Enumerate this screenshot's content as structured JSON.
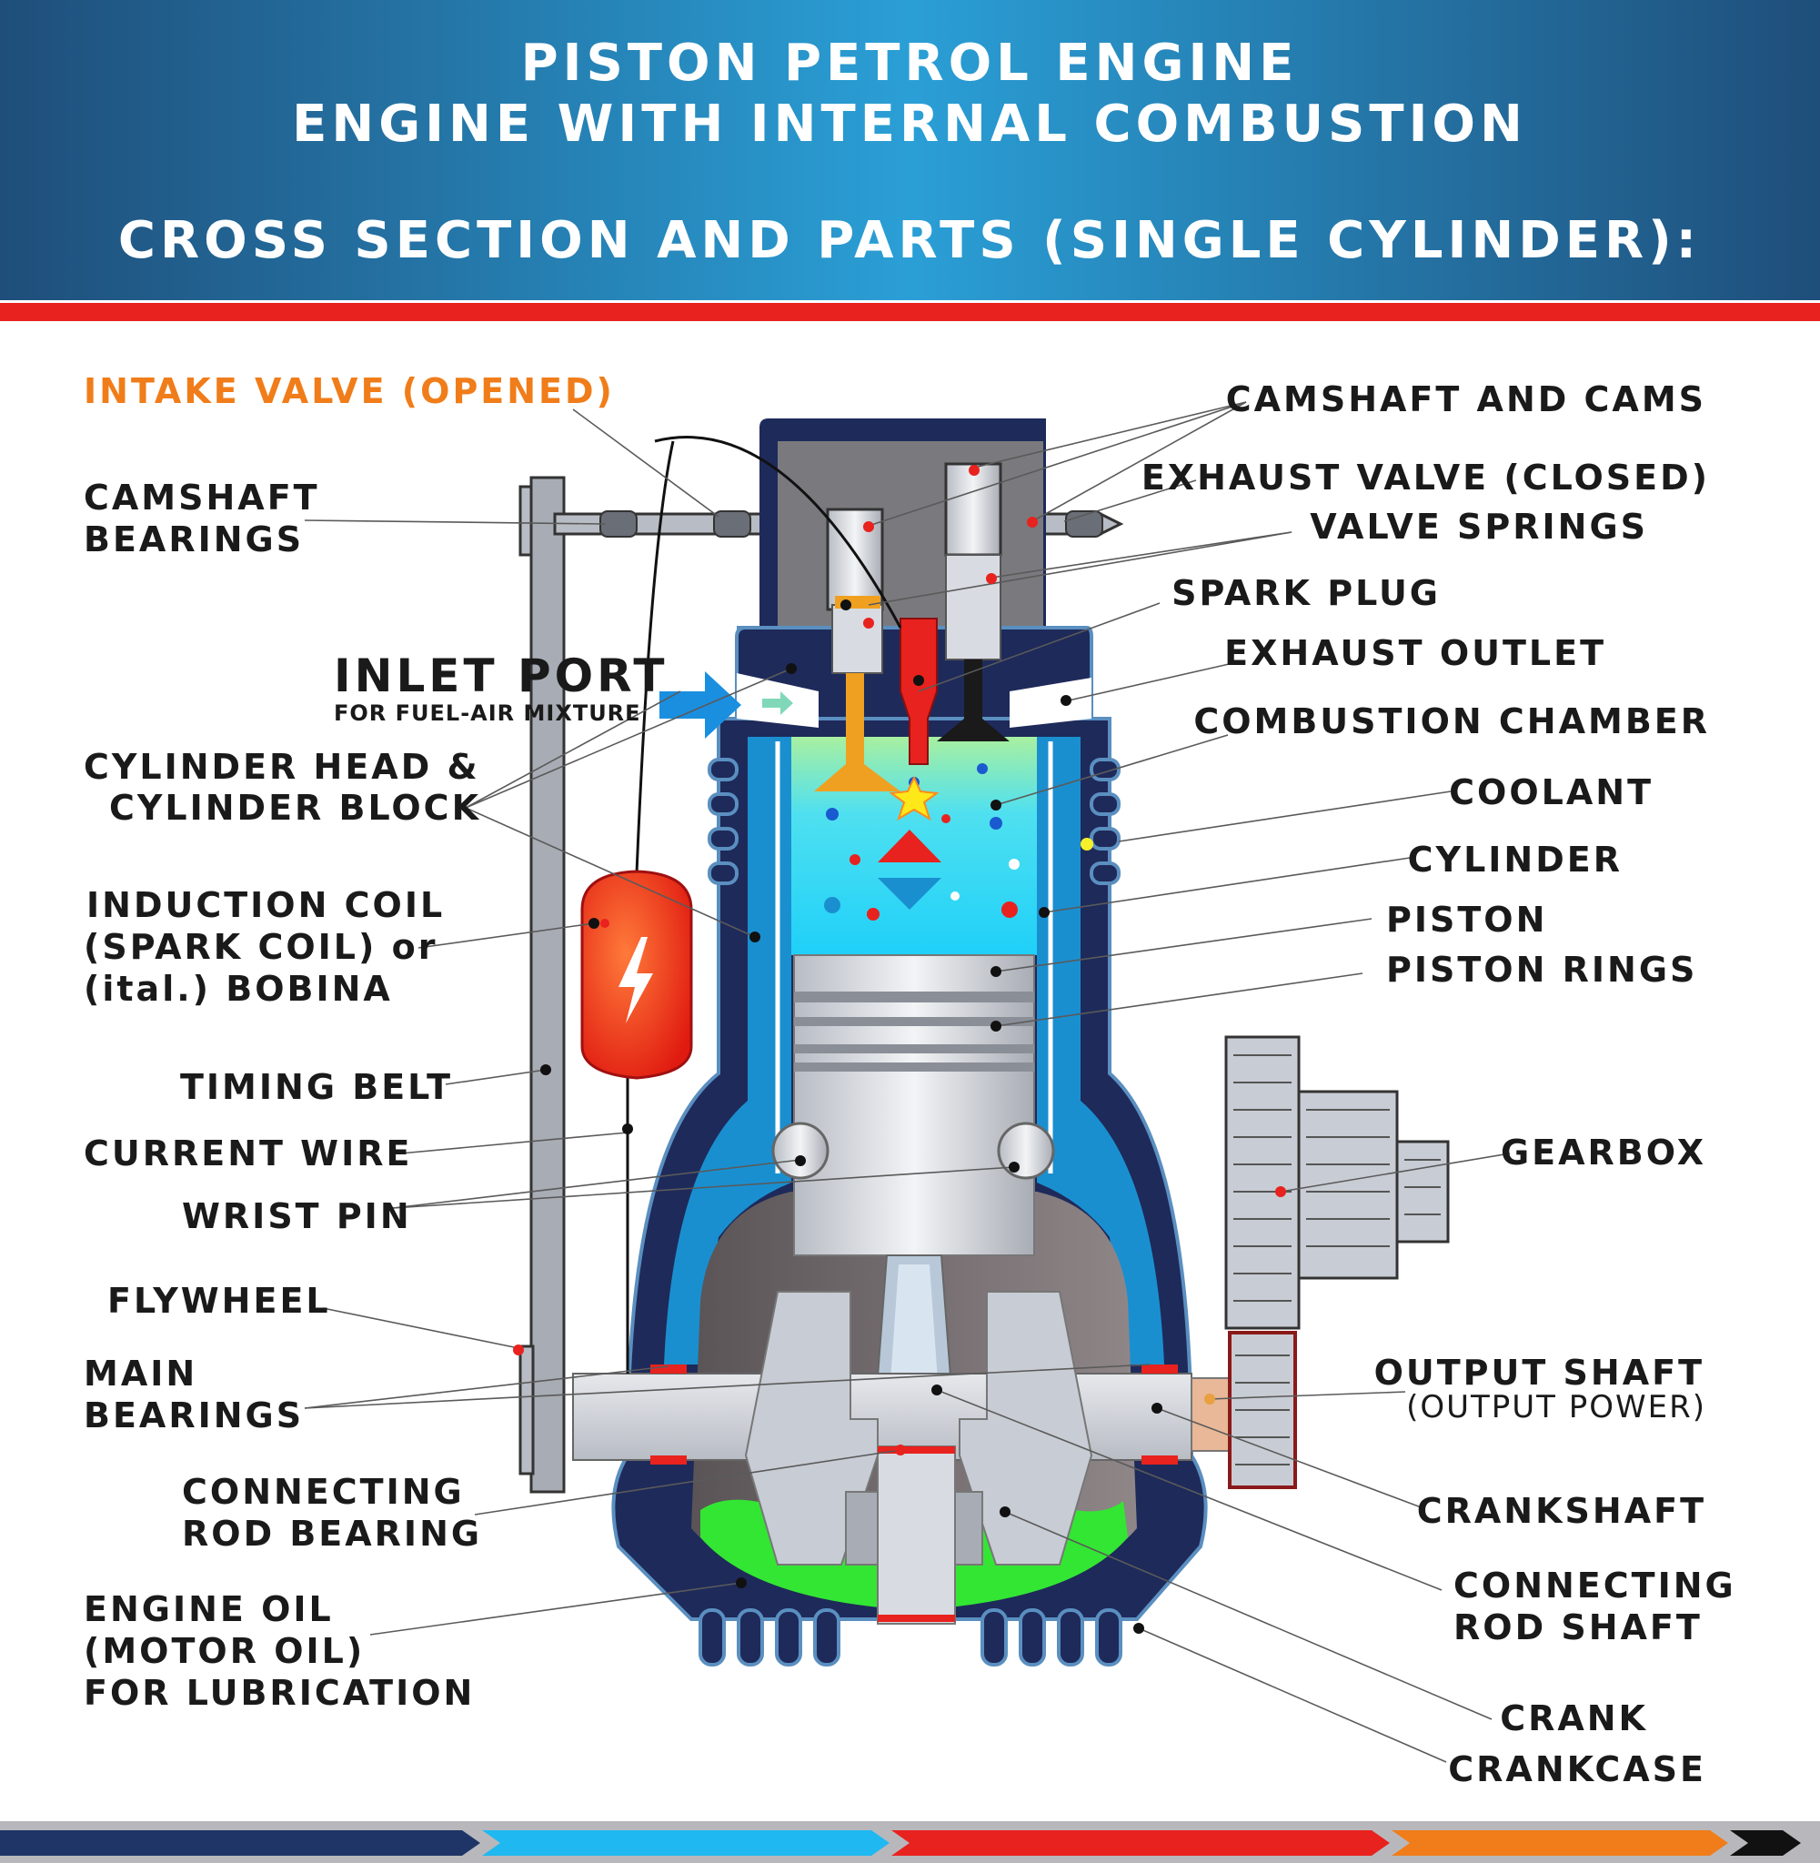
{
  "header": {
    "title_line1": "PISTON PETROL ENGINE",
    "title_line2": "ENGINE WITH INTERNAL COMBUSTION",
    "title_line3": "CROSS SECTION AND PARTS (SINGLE CYLINDER):"
  },
  "labels_left": {
    "intake_valve": "INTAKE VALVE (OPENED)",
    "camshaft_bearings_1": "CAMSHAFT",
    "camshaft_bearings_2": "BEARINGS",
    "inlet_port": "INLET PORT",
    "inlet_port_sub": "FOR FUEL-AIR MIXTURE",
    "cylinder_head_1": "CYLINDER HEAD &",
    "cylinder_head_2": "CYLINDER BLOCK",
    "induction_coil_1": "INDUCTION COIL",
    "induction_coil_2": "(SPARK COIL) or",
    "induction_coil_3": "(ital.) BOBINA",
    "timing_belt": "TIMING BELT",
    "current_wire": "CURRENT WIRE",
    "wrist_pin": "WRIST PIN",
    "flywheel": "FLYWHEEL",
    "main_bearings_1": "MAIN",
    "main_bearings_2": "BEARINGS",
    "conrod_bearing_1": "CONNECTING",
    "conrod_bearing_2": "ROD BEARING",
    "engine_oil_1": "ENGINE OIL",
    "engine_oil_2": "(MOTOR OIL)",
    "engine_oil_3": "FOR LUBRICATION"
  },
  "labels_right": {
    "camshaft_cams": "CAMSHAFT AND CAMS",
    "exhaust_valve": "EXHAUST VALVE (CLOSED)",
    "valve_springs": "VALVE SPRINGS",
    "spark_plug": "SPARK PLUG",
    "exhaust_outlet": "EXHAUST OUTLET",
    "combustion_chamber": "COMBUSTION CHAMBER",
    "coolant": "COOLANT",
    "cylinder": "CYLINDER",
    "piston": "PISTON",
    "piston_rings": "PISTON RINGS",
    "gearbox": "GEARBOX",
    "output_shaft_1": "OUTPUT SHAFT",
    "output_shaft_2": "(OUTPUT POWER)",
    "crankshaft": "CRANKSHAFT",
    "conrod_shaft_1": "CONNECTING",
    "conrod_shaft_2": "ROD SHAFT",
    "crank": "CRANK",
    "crankcase": "CRANKCASE"
  },
  "colors": {
    "header_dark": "#1f4e7a",
    "header_light": "#2a9fd6",
    "accent_red": "#e8221e",
    "intake_label": "#f07d1a",
    "coolant": "#1a8fd0",
    "block_navy": "#1e2a5a",
    "oil_green": "#33e633",
    "combustion_blue": "#1fd0f0"
  }
}
